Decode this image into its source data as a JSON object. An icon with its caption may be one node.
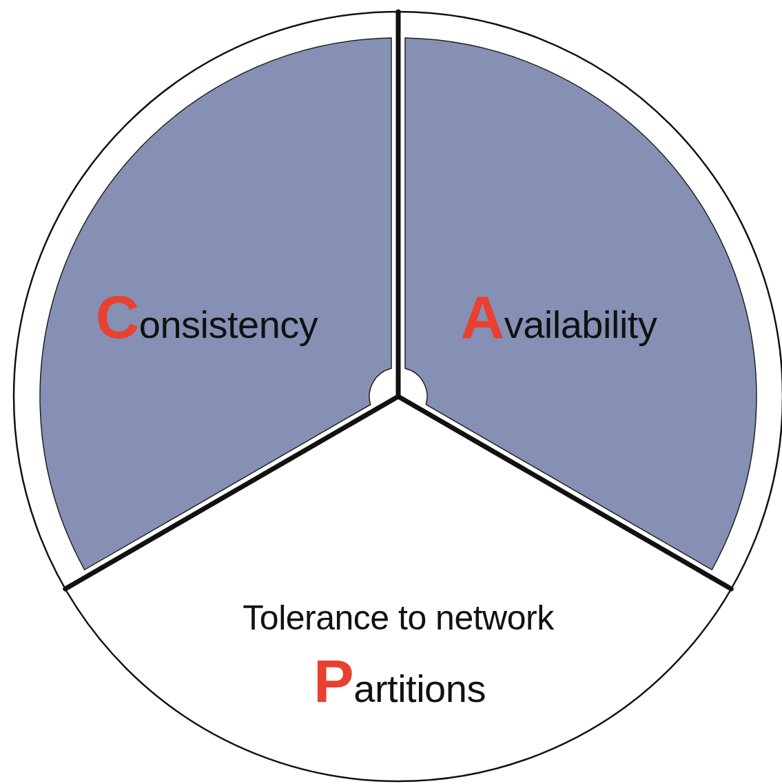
{
  "diagram": {
    "nodes": [
      {
        "text": [
          "Consistency"
        ]
      },
      {
        "text": [
          "Availability"
        ]
      },
      {
        "text": [
          "Tolerance to network",
          "Partitions"
        ]
      }
    ]
  }
}
